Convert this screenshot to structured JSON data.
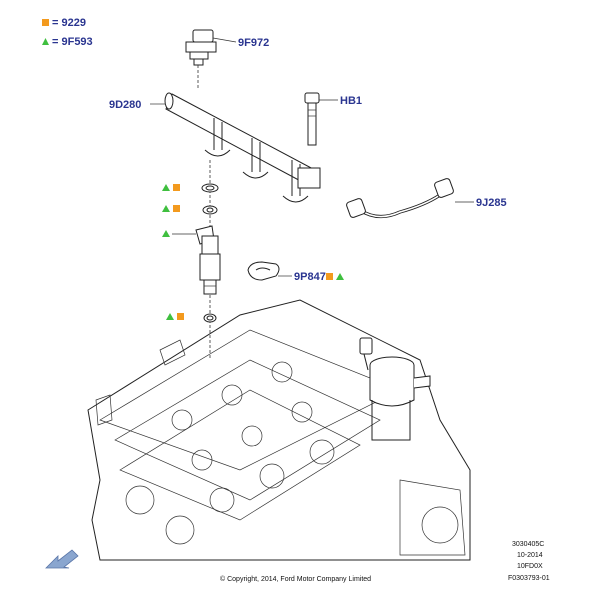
{
  "legend": [
    {
      "symbol": "square",
      "color": "#f39a1e",
      "text": "= 9229"
    },
    {
      "symbol": "triangle",
      "color": "#3fbf3f",
      "text": "= 9F593"
    }
  ],
  "parts": {
    "pressure_sensor": "9F972",
    "fuel_rail": "9D280",
    "bolt": "HB1",
    "fuel_line": "9J285",
    "clip": "9P847"
  },
  "footer": {
    "copyright": "© Copyright, 2014, Ford Motor Company Limited",
    "ref1": "3030405C",
    "ref2": "10-2014",
    "ref3": "10FD0X",
    "ref4": "F0303793-01"
  },
  "colors": {
    "label": "#2a3590",
    "square": "#f39a1e",
    "triangle": "#3fbf3f",
    "arrow": "#8aa6cf"
  }
}
